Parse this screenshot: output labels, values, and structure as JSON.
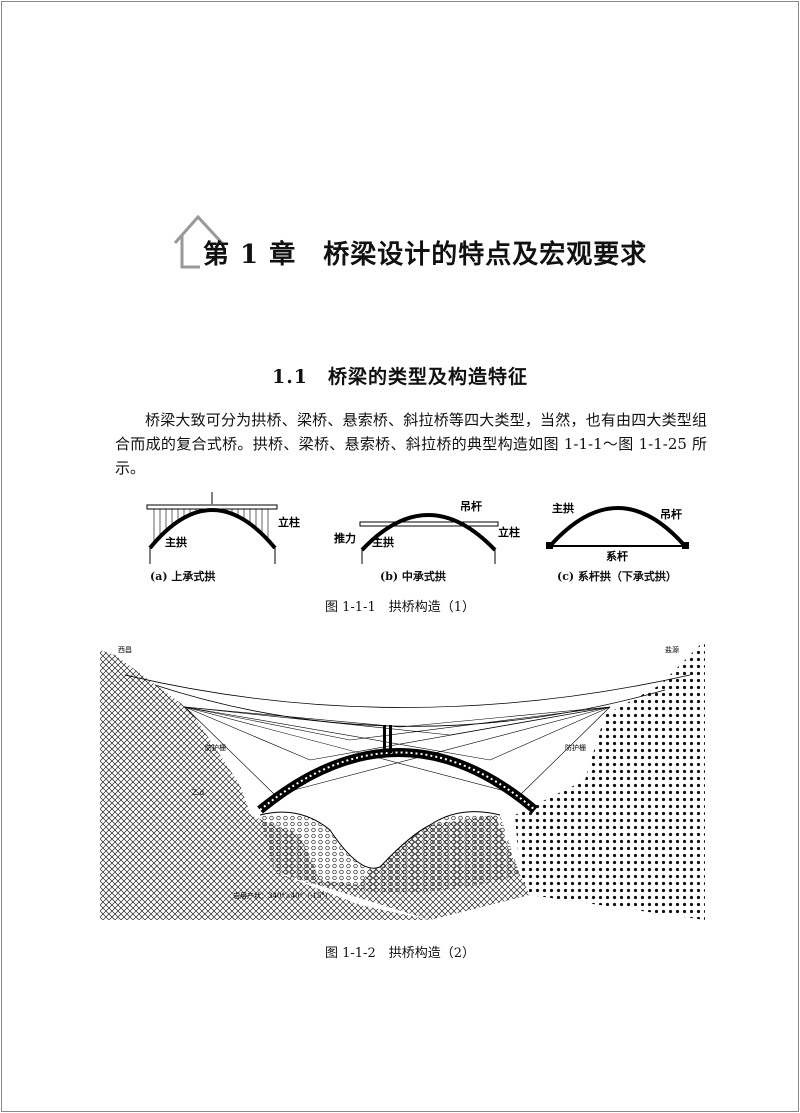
{
  "chapter": {
    "title": "第 1 章　桥梁设计的特点及宏观要求"
  },
  "section": {
    "title": "1.1　桥梁的类型及构造特征"
  },
  "paragraph": "桥梁大致可分为拱桥、梁桥、悬索桥、斜拉桥等四大类型，当然，也有由四大类型组合而成的复合式桥。拱桥、梁桥、悬索桥、斜拉桥的典型构造如图 1-1-1～图 1-1-25 所示。",
  "figure1": {
    "caption": "图 1-1-1　拱桥构造（1）",
    "a": {
      "sub": "(a) 上承式拱",
      "labels": [
        "立柱",
        "主拱"
      ]
    },
    "b": {
      "sub": "(b) 中承式拱",
      "labels": [
        "吊杆",
        "立柱",
        "推力",
        "主拱"
      ]
    },
    "c": {
      "sub": "(c) 系杆拱（下承式拱）",
      "labels": [
        "主拱",
        "吊杆",
        "系杆"
      ]
    }
  },
  "figure2": {
    "caption": "图 1-1-2　拱桥构造（2）",
    "labels": {
      "left_dir": "西昌",
      "right_dir": "盐源",
      "guard_left": "防护栅",
      "guard_right": "防护栅",
      "rock": "岩层产状：340°∠40°（-15°）",
      "strata": "Z₂d"
    }
  }
}
